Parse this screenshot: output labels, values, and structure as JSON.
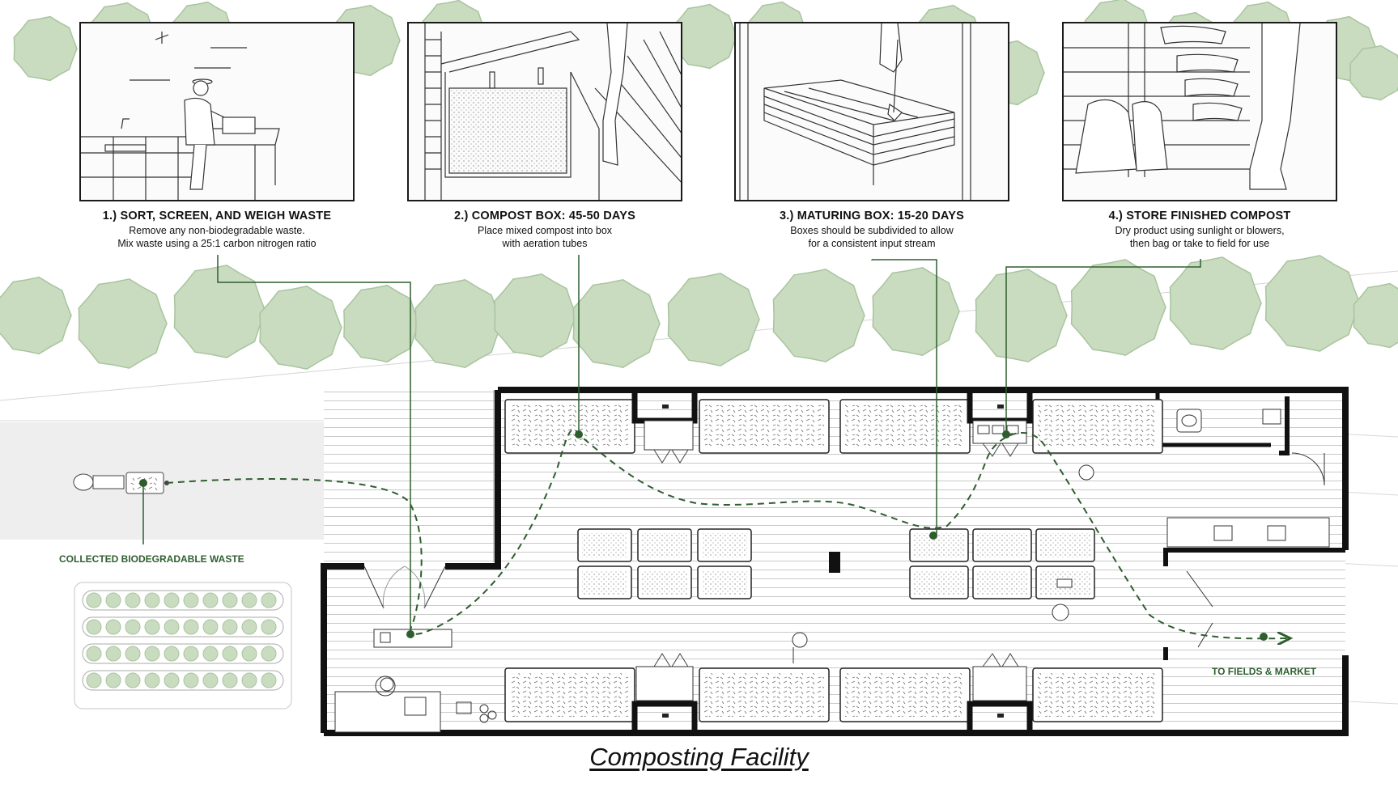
{
  "title": "Composting Facility",
  "steps": [
    {
      "title": "1.) SORT, SCREEN, AND WEIGH WASTE",
      "desc1": "Remove any non-biodegradable waste.",
      "desc2": "Mix waste using a 25:1 carbon nitrogen ratio"
    },
    {
      "title": "2.) COMPOST BOX: 45-50 DAYS",
      "desc1": "Place mixed compost into box",
      "desc2": "with aeration tubes"
    },
    {
      "title": "3.) MATURING BOX: 15-20 DAYS",
      "desc1": "Boxes should be subdivided to allow",
      "desc2": "for a consistent input stream"
    },
    {
      "title": "4.) STORE FINISHED COMPOST",
      "desc1": "Dry product using sunlight or blowers,",
      "desc2": "then bag or take to field for use"
    }
  ],
  "labels": {
    "collected": "COLLECTED BIODEGRADABLE WASTE",
    "destination": "TO FIELDS & MARKET"
  },
  "colors": {
    "flow_green": "#2e5e2e",
    "tree_green": "#c9dcc0",
    "tree_outline": "#a9c49f",
    "wall": "#111111",
    "floor_lines": "#c8c8c8"
  }
}
